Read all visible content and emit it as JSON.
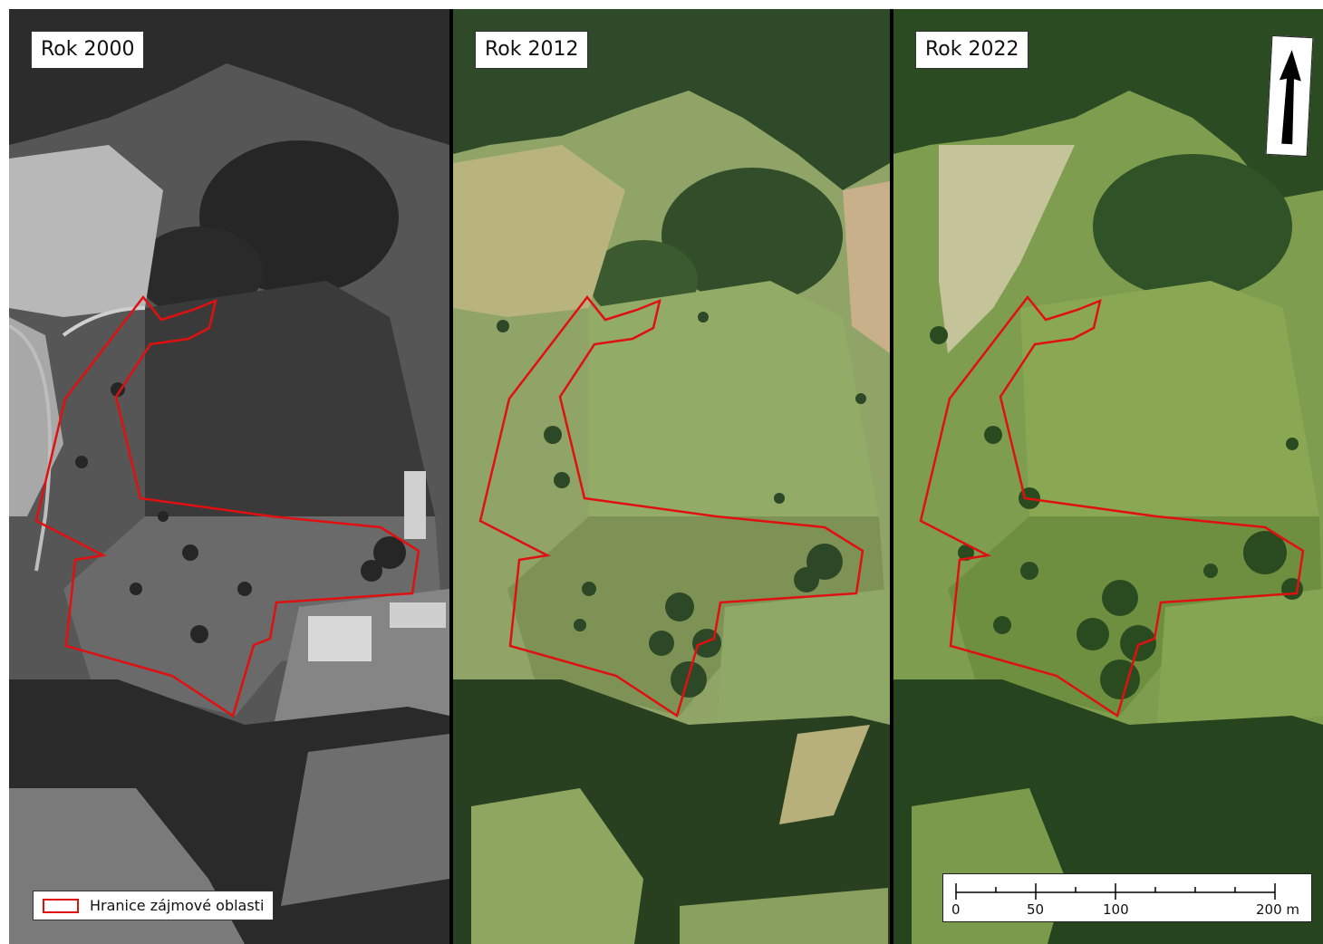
{
  "panels": [
    {
      "year_label": "Rok 2000",
      "style": "grayscale"
    },
    {
      "year_label": "Rok 2012",
      "style": "color"
    },
    {
      "year_label": "Rok 2022",
      "style": "color"
    }
  ],
  "legend": {
    "label": "Hranice zájmové oblasti",
    "color": "#e01010"
  },
  "scalebar": {
    "labels": [
      "0",
      "50",
      "100",
      "200 m"
    ],
    "ticks": [
      0,
      50,
      100,
      200
    ]
  },
  "north_arrow": {
    "icon": "north-arrow-icon"
  }
}
